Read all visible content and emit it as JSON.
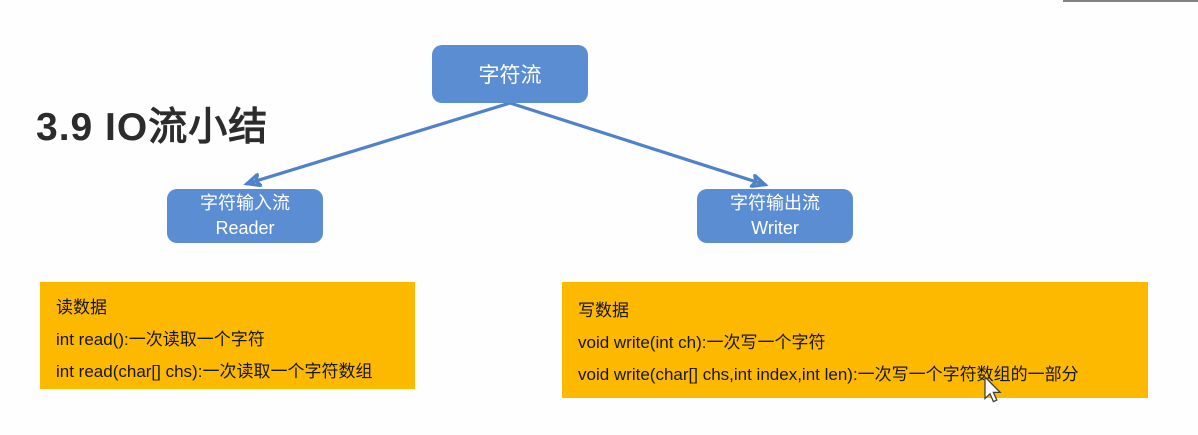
{
  "page": {
    "title": "3.9 IO流小结"
  },
  "colors": {
    "node_fill": "#5b8dd3",
    "connector": "#4f82c8",
    "note_fill": "#fdb900",
    "node_text": "#ffffff",
    "note_text": "#161616",
    "title_text": "#2c2c2c"
  },
  "diagram": {
    "root": {
      "label": "字符流"
    },
    "children": [
      {
        "label_cn": "字符输入流",
        "label_en": "Reader"
      },
      {
        "label_cn": "字符输出流",
        "label_en": "Writer"
      }
    ]
  },
  "notes": {
    "left": {
      "heading": "读数据",
      "lines": [
        "int read():一次读取一个字符",
        "int read(char[] chs):一次读取一个字符数组"
      ]
    },
    "right": {
      "heading": "写数据",
      "lines": [
        "void write(int ch):一次写一个字符",
        "void write(char[] chs,int index,int len):一次写一个字符数组的一部分"
      ]
    }
  }
}
